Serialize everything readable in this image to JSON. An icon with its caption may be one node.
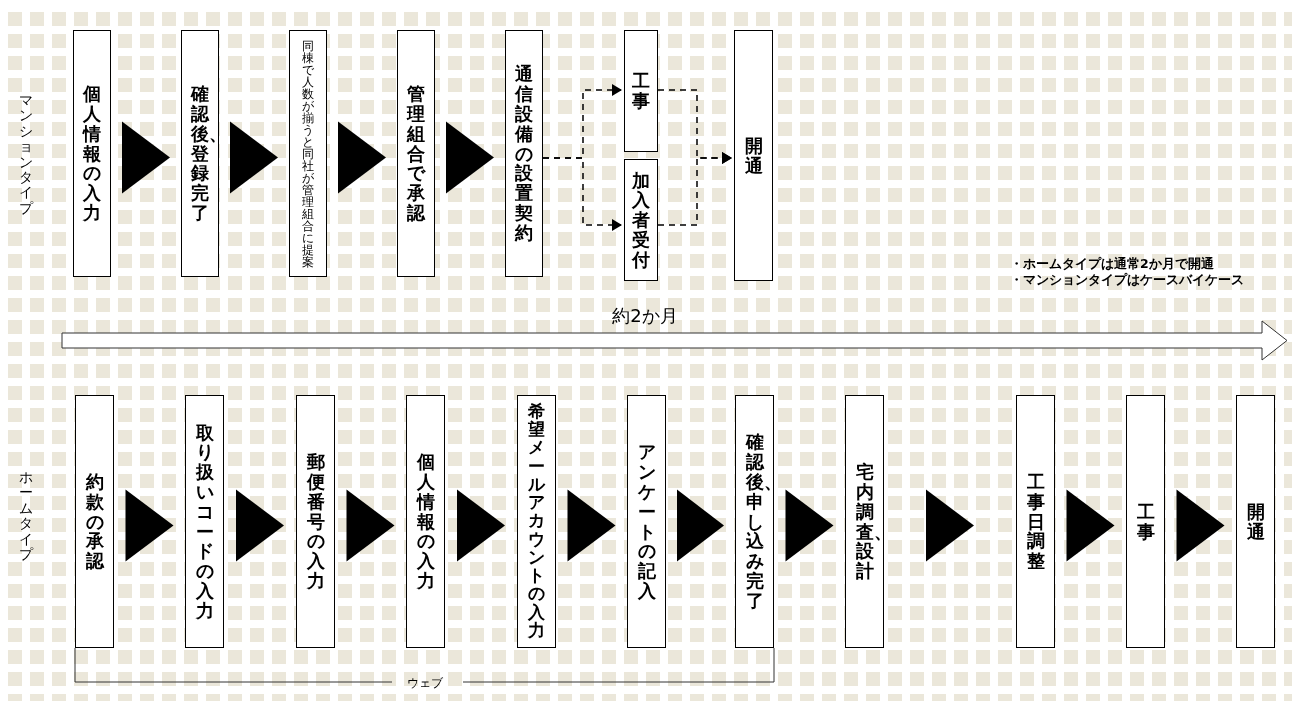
{
  "diagram": {
    "nodes": [
      {
        "text": [
          "個人情報の入力"
        ]
      },
      {
        "text": [
          "確認後、登録完了"
        ]
      },
      {
        "text": [
          "同棟で人数が揃うと同社が管理組合に提案"
        ]
      },
      {
        "text": [
          "管理組合で承認"
        ]
      },
      {
        "text": [
          "通信設備の設置契約"
        ]
      },
      {
        "text": [
          "工事"
        ]
      },
      {
        "text": [
          "加入者受付"
        ]
      },
      {
        "text": [
          "開通"
        ]
      },
      {
        "text": [
          "約款の承認"
        ]
      },
      {
        "text": [
          "取り扱いコードの入力"
        ]
      },
      {
        "text": [
          "郵便番号の入力"
        ]
      },
      {
        "text": [
          "個人情報の入力"
        ]
      },
      {
        "text": [
          "希望メールアカウントの入力"
        ]
      },
      {
        "text": [
          "アンケートの記入"
        ]
      },
      {
        "text": [
          "確認後、申し込み完了"
        ]
      },
      {
        "text": [
          "宅内調査、設計"
        ]
      },
      {
        "text": [
          "工事日調整"
        ]
      },
      {
        "text": [
          "工事"
        ]
      },
      {
        "text": [
          "開通"
        ]
      }
    ],
    "edges": [
      {
        "from": 0,
        "to": 1,
        "arrow": "to"
      },
      {
        "from": 1,
        "to": 2,
        "arrow": "to"
      },
      {
        "from": 2,
        "to": 3,
        "arrow": "to"
      },
      {
        "from": 3,
        "to": 4,
        "arrow": "to"
      },
      {
        "from": 4,
        "to": 5,
        "arrow": "to",
        "style": "dashed"
      },
      {
        "from": 4,
        "to": 6,
        "arrow": "to",
        "style": "dashed"
      },
      {
        "from": 5,
        "to": 7,
        "arrow": "to",
        "style": "dashed"
      },
      {
        "from": 6,
        "to": 7,
        "arrow": "to",
        "style": "dashed"
      },
      {
        "from": 8,
        "to": 9,
        "arrow": "to"
      },
      {
        "from": 9,
        "to": 10,
        "arrow": "to"
      },
      {
        "from": 10,
        "to": 11,
        "arrow": "to"
      },
      {
        "from": 11,
        "to": 12,
        "arrow": "to"
      },
      {
        "from": 12,
        "to": 13,
        "arrow": "to"
      },
      {
        "from": 13,
        "to": 14,
        "arrow": "to"
      },
      {
        "from": 14,
        "to": 15,
        "arrow": "to"
      },
      {
        "from": 15,
        "to": 16,
        "arrow": "to"
      },
      {
        "from": 16,
        "to": 17,
        "arrow": "to"
      },
      {
        "from": 17,
        "to": 18,
        "arrow": "to"
      }
    ],
    "labels": [
      "マンションタイプ",
      "・ホームタイプは通常2か月で開通",
      "・マンションタイプはケースバイケース",
      "約2か月",
      "ホームタイプ",
      "ウェブ"
    ]
  }
}
